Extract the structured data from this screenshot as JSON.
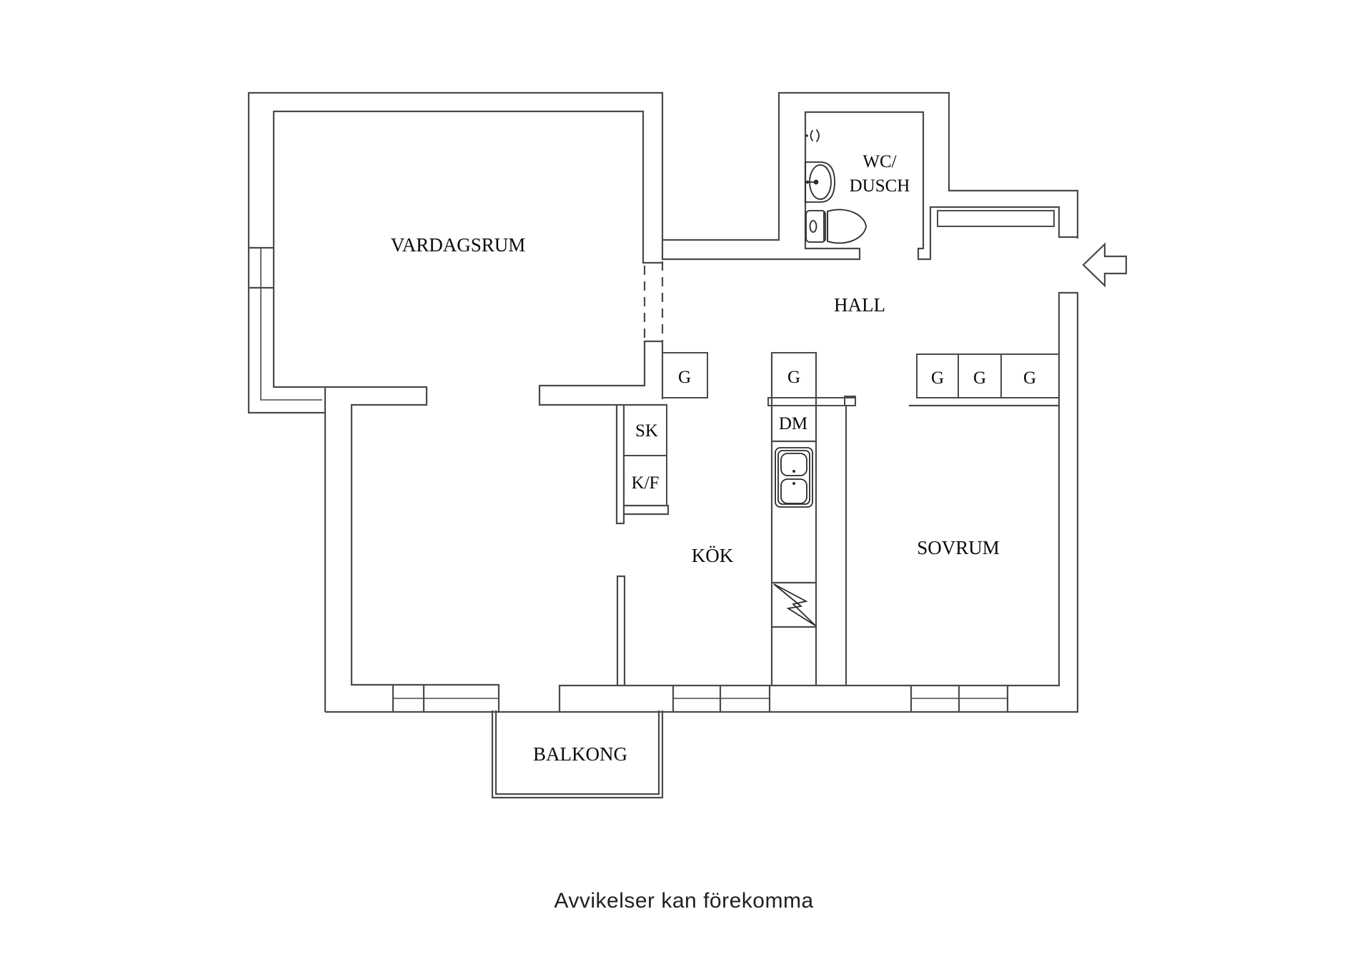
{
  "floorplan": {
    "labels": {
      "vardagsrum": "VARDAGSRUM",
      "wc_line1": "WC/",
      "wc_line2": "DUSCH",
      "hall": "HALL",
      "kok": "KÖK",
      "sovrum": "SOVRUM",
      "balkong": "BALKONG",
      "wardrobe": "G",
      "cabinet": "SK",
      "fridge_freezer": "K/F",
      "dishwasher": "DM"
    },
    "disclaimer": "Avvikelser kan förekomma",
    "colors": {
      "wall": "#4a4a4a",
      "fixture": "#2b2b2b",
      "label_text": "#0a0a0a",
      "disclaimer_text": "#1f1f1f",
      "background": "#ffffff"
    }
  }
}
